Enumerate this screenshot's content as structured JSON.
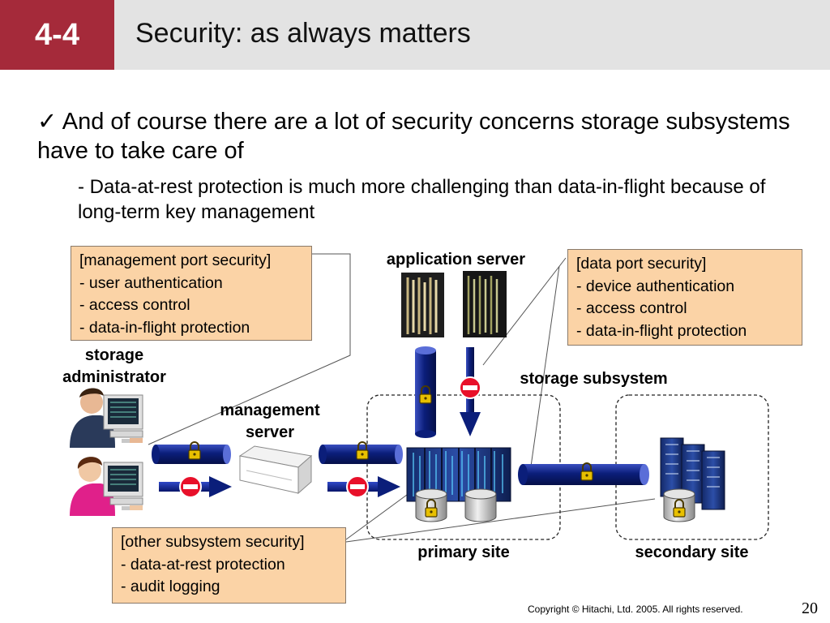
{
  "header": {
    "section_number": "4-4",
    "title": "Security: as always matters"
  },
  "body": {
    "bullet": "And of course there are a lot of security concerns storage subsystems have to take care of",
    "sub_bullet": "- Data-at-rest protection is much more challenging than data-in-flight because of long-term key management"
  },
  "callouts": {
    "management_port": {
      "title": "[management port security]",
      "items": [
        "- user authentication",
        "- access control",
        "- data-in-flight protection"
      ]
    },
    "data_port": {
      "title": "[data port security]",
      "items": [
        "- device authentication",
        "- access control",
        "- data-in-flight protection"
      ]
    },
    "other_subsystem": {
      "title": "[other subsystem security]",
      "items": [
        "- data-at-rest protection",
        "- audit logging"
      ]
    }
  },
  "labels": {
    "storage_administrator": "storage administrator",
    "application_server": "application server",
    "management_server": "management server",
    "storage_subsystem": "storage subsystem",
    "primary_site": "primary site",
    "secondary_site": "secondary site"
  },
  "footer": {
    "copyright": "Copyright © Hitachi, Ltd. 2005. All rights reserved.",
    "page_number": "20"
  },
  "colors": {
    "section_accent": "#a52a3a",
    "header_background": "#e3e3e3",
    "callout_fill": "#fbd3a6",
    "pipe_navy": "#0b1e7a",
    "lock_gold": "#e8c000",
    "stop_red": "#e8102a"
  },
  "icons": {
    "check": "check-icon",
    "lock": "padlock-icon",
    "stop": "no-entry-icon",
    "admin": "administrator-at-computer-icon",
    "server": "server-rack-icon",
    "disk": "disk-cylinder-icon"
  }
}
